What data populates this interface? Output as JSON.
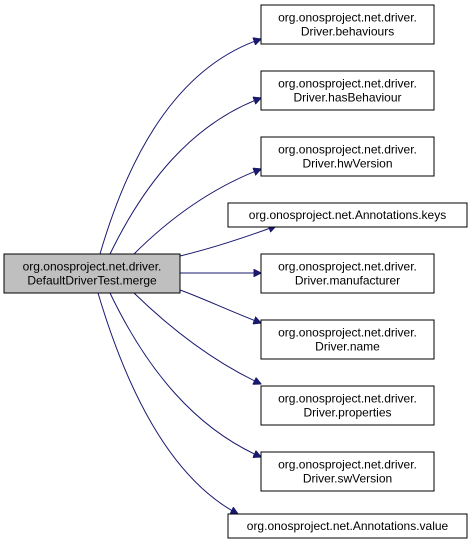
{
  "diagram": {
    "source": {
      "id": "src",
      "lines": [
        "org.onosproject.net.driver.",
        "DefaultDriverTest.merge"
      ],
      "fill": "#bfbfbf"
    },
    "targets": [
      {
        "id": "behaviours",
        "lines": [
          "org.onosproject.net.driver.",
          "Driver.behaviours"
        ]
      },
      {
        "id": "hasBehaviour",
        "lines": [
          "org.onosproject.net.driver.",
          "Driver.hasBehaviour"
        ]
      },
      {
        "id": "hwVersion",
        "lines": [
          "org.onosproject.net.driver.",
          "Driver.hwVersion"
        ]
      },
      {
        "id": "annotations-keys",
        "lines": [
          "org.onosproject.net.Annotations.keys"
        ]
      },
      {
        "id": "manufacturer",
        "lines": [
          "org.onosproject.net.driver.",
          "Driver.manufacturer"
        ]
      },
      {
        "id": "name",
        "lines": [
          "org.onosproject.net.driver.",
          "Driver.name"
        ]
      },
      {
        "id": "properties",
        "lines": [
          "org.onosproject.net.driver.",
          "Driver.properties"
        ]
      },
      {
        "id": "swVersion",
        "lines": [
          "org.onosproject.net.driver.",
          "Driver.swVersion"
        ]
      },
      {
        "id": "annotations-value",
        "lines": [
          "org.onosproject.net.Annotations.value"
        ]
      }
    ],
    "colors": {
      "edge": "#191970",
      "node_border": "#000000",
      "node_fill": "#ffffff"
    }
  }
}
